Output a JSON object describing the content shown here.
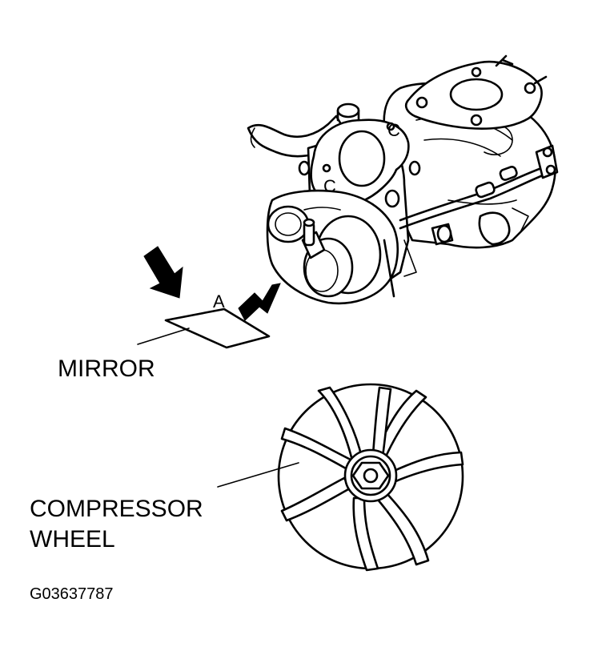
{
  "labels": {
    "mirror": "MIRROR",
    "compressor_line1": "COMPRESSOR",
    "compressor_line2": "WHEEL",
    "view_letter": "A",
    "flange_letter_upper": "C",
    "flange_letter_lower": "C",
    "figure_code": "G03637787"
  },
  "colors": {
    "ink": "#000000",
    "background": "#ffffff"
  }
}
